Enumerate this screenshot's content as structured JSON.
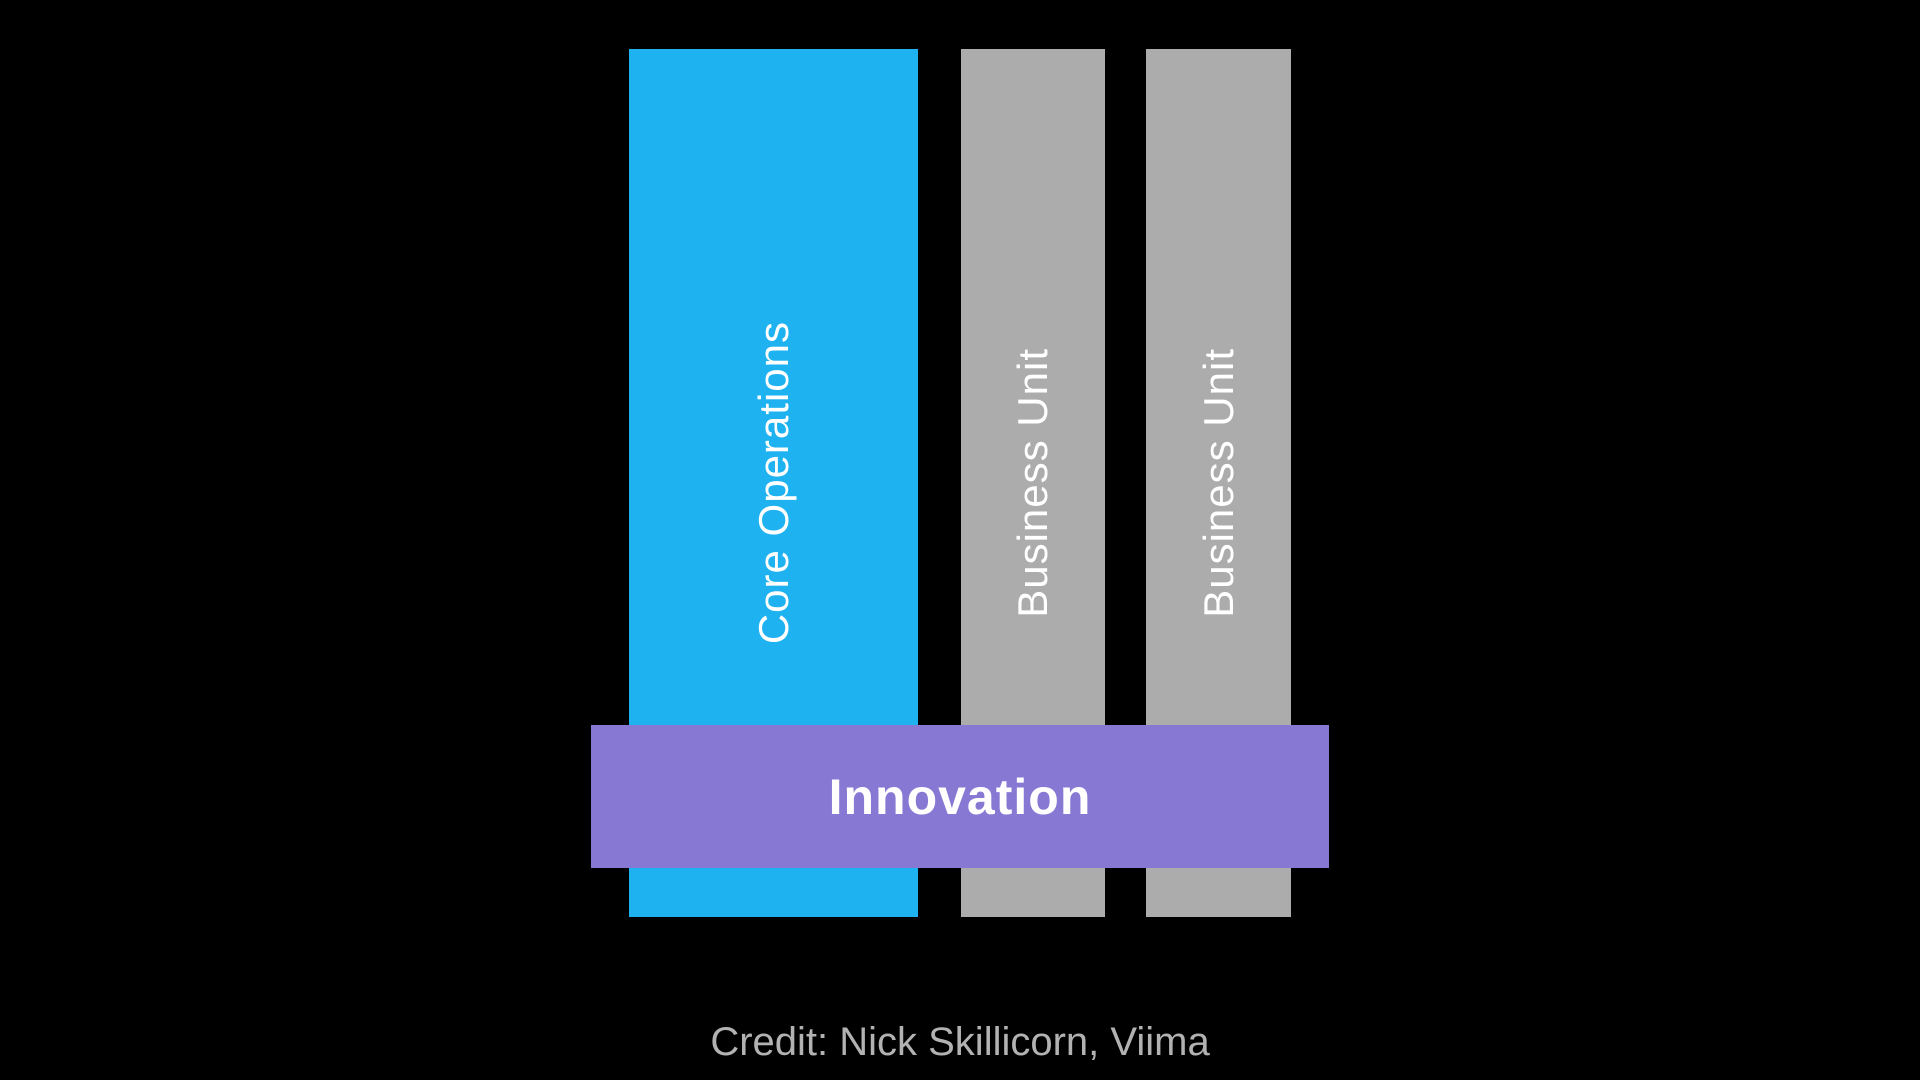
{
  "canvas": {
    "background_color": "#000000"
  },
  "bars": [
    {
      "label": "Core Operations",
      "color": "#1EB2F0",
      "text_color": "#FFFFFF"
    },
    {
      "label": "Business Unit",
      "color": "#ACACAC",
      "text_color": "#FFFFFF"
    },
    {
      "label": "Business Unit",
      "color": "#ACACAC",
      "text_color": "#FFFFFF"
    }
  ],
  "innovation_band": {
    "label": "Innovation",
    "color": "#8678D3",
    "text_color": "#FFFFFF"
  },
  "credit": {
    "text": "Credit: Nick Skillicorn, Viima",
    "color": "#B2B2B2"
  }
}
